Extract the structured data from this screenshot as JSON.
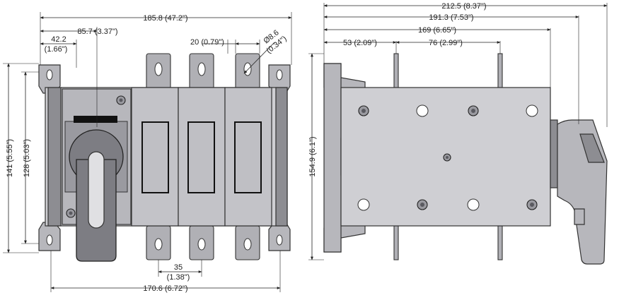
{
  "front_view": {
    "dims": {
      "overall_width": "185.8 (47.2\")",
      "handle_offset": "85.7 (3.37\")",
      "mount_offset_mm": "42.2",
      "mount_offset_in": "(1.66\")",
      "terminal_width": "20 (0.79\")",
      "hole_dia_mm": "Ø8.6",
      "hole_dia_in": "(0.34\")",
      "height_outer": "141 (5.55\")",
      "height_inner": "128 (5.03\")",
      "pitch_mm": "35",
      "pitch_in": "(1.38\")",
      "base_width": "170.6 (6.72\")"
    }
  },
  "side_view": {
    "dims": {
      "depth_total": "212.5 (8.37\")",
      "depth_to_handle": "191.3 (7.53\")",
      "depth_body": "169 (6.65\")",
      "terminal_offset": "53 (2.09\")",
      "terminal_spacing": "76 (2.99\")",
      "height": "154.9 (6.1\")"
    }
  },
  "colors": {
    "body": "#cfcfd3",
    "dark": "#8d8d92",
    "line": "#222222"
  }
}
